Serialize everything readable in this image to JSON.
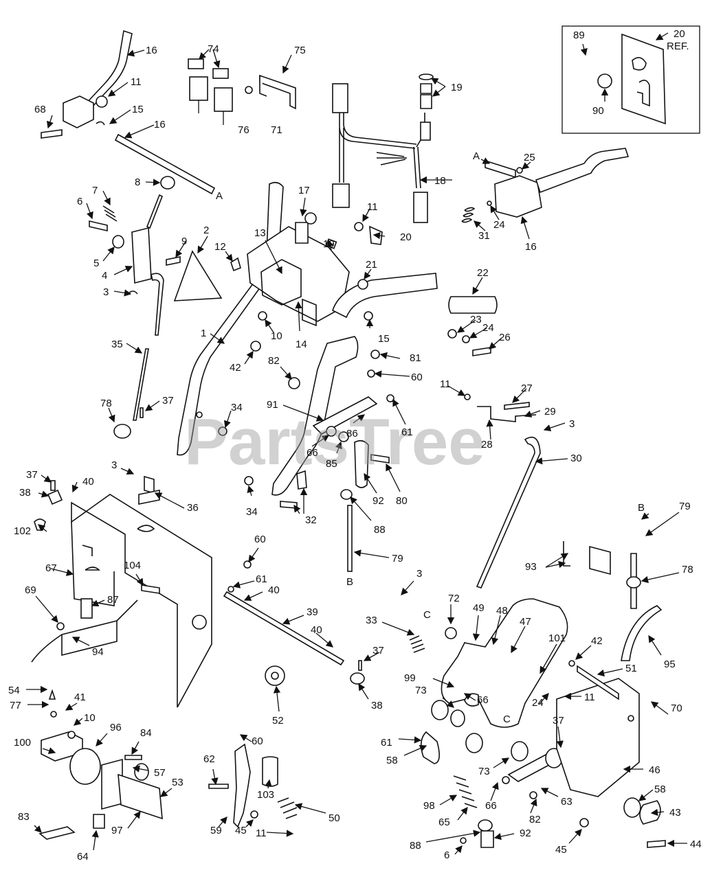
{
  "watermark": "PartsTree",
  "inset": {
    "label_89": "89",
    "label_90": "90",
    "label_20ref_line1": "20",
    "label_20ref_line2": "REF."
  },
  "callouts": [
    {
      "id": "c16a",
      "text": "16"
    },
    {
      "id": "c11a",
      "text": "11"
    },
    {
      "id": "c68",
      "text": "68"
    },
    {
      "id": "c15a",
      "text": "15"
    },
    {
      "id": "c16b",
      "text": "16"
    },
    {
      "id": "cA1",
      "text": "A"
    },
    {
      "id": "c74",
      "text": "74"
    },
    {
      "id": "c75",
      "text": "75"
    },
    {
      "id": "c76",
      "text": "76"
    },
    {
      "id": "c71",
      "text": "71"
    },
    {
      "id": "c19a",
      "text": "19"
    },
    {
      "id": "c18",
      "text": "18"
    },
    {
      "id": "c8",
      "text": "8"
    },
    {
      "id": "c7",
      "text": "7"
    },
    {
      "id": "c6a",
      "text": "6"
    },
    {
      "id": "c5",
      "text": "5"
    },
    {
      "id": "c4",
      "text": "4"
    },
    {
      "id": "c3a",
      "text": "3"
    },
    {
      "id": "c2",
      "text": "2"
    },
    {
      "id": "c9",
      "text": "9"
    },
    {
      "id": "c12",
      "text": "12"
    },
    {
      "id": "c13",
      "text": "13"
    },
    {
      "id": "c17",
      "text": "17"
    },
    {
      "id": "c11b",
      "text": "11"
    },
    {
      "id": "c20",
      "text": "20"
    },
    {
      "id": "c19b",
      "text": "19"
    },
    {
      "id": "c21",
      "text": "21"
    },
    {
      "id": "cA2",
      "text": "A"
    },
    {
      "id": "c25",
      "text": "25"
    },
    {
      "id": "c31",
      "text": "31"
    },
    {
      "id": "c24a",
      "text": "24"
    },
    {
      "id": "c16c",
      "text": "16"
    },
    {
      "id": "c22",
      "text": "22"
    },
    {
      "id": "c23",
      "text": "23"
    },
    {
      "id": "c24b",
      "text": "24"
    },
    {
      "id": "c26",
      "text": "26"
    },
    {
      "id": "c1",
      "text": "1"
    },
    {
      "id": "c10a",
      "text": "10"
    },
    {
      "id": "c14",
      "text": "14"
    },
    {
      "id": "c15b",
      "text": "15"
    },
    {
      "id": "c35",
      "text": "35"
    },
    {
      "id": "c42a",
      "text": "42"
    },
    {
      "id": "c82a",
      "text": "82"
    },
    {
      "id": "c81",
      "text": "81"
    },
    {
      "id": "c60a",
      "text": "60"
    },
    {
      "id": "c11c",
      "text": "11"
    },
    {
      "id": "c27",
      "text": "27"
    },
    {
      "id": "c78a",
      "text": "78"
    },
    {
      "id": "c37a",
      "text": "37"
    },
    {
      "id": "c34a",
      "text": "34"
    },
    {
      "id": "c91",
      "text": "91"
    },
    {
      "id": "c86",
      "text": "86"
    },
    {
      "id": "c61a",
      "text": "61"
    },
    {
      "id": "c29",
      "text": "29"
    },
    {
      "id": "c28",
      "text": "28"
    },
    {
      "id": "c3b",
      "text": "3"
    },
    {
      "id": "c66a",
      "text": "66"
    },
    {
      "id": "c85",
      "text": "85"
    },
    {
      "id": "c92a",
      "text": "92"
    },
    {
      "id": "c80",
      "text": "80"
    },
    {
      "id": "c30",
      "text": "30"
    },
    {
      "id": "c3c",
      "text": "3"
    },
    {
      "id": "c37b",
      "text": "37"
    },
    {
      "id": "c40a",
      "text": "40"
    },
    {
      "id": "c38a",
      "text": "38"
    },
    {
      "id": "c36",
      "text": "36"
    },
    {
      "id": "c34b",
      "text": "34"
    },
    {
      "id": "c32",
      "text": "32"
    },
    {
      "id": "c88a",
      "text": "88"
    },
    {
      "id": "cB1",
      "text": "B"
    },
    {
      "id": "c79a",
      "text": "79"
    },
    {
      "id": "c102",
      "text": "102"
    },
    {
      "id": "c60b",
      "text": "60"
    },
    {
      "id": "c79b",
      "text": "79"
    },
    {
      "id": "cB2",
      "text": "B"
    },
    {
      "id": "c93",
      "text": "93"
    },
    {
      "id": "c78b",
      "text": "78"
    },
    {
      "id": "c67",
      "text": "67"
    },
    {
      "id": "c104",
      "text": "104"
    },
    {
      "id": "c61b",
      "text": "61"
    },
    {
      "id": "c40b",
      "text": "40"
    },
    {
      "id": "c3d",
      "text": "3"
    },
    {
      "id": "c69",
      "text": "69"
    },
    {
      "id": "c87",
      "text": "87"
    },
    {
      "id": "c39",
      "text": "39"
    },
    {
      "id": "c33",
      "text": "33"
    },
    {
      "id": "cC1",
      "text": "C"
    },
    {
      "id": "c72",
      "text": "72"
    },
    {
      "id": "c49",
      "text": "49"
    },
    {
      "id": "c48",
      "text": "48"
    },
    {
      "id": "c47",
      "text": "47"
    },
    {
      "id": "c101",
      "text": "101"
    },
    {
      "id": "c42b",
      "text": "42"
    },
    {
      "id": "c95",
      "text": "95"
    },
    {
      "id": "c40c",
      "text": "40"
    },
    {
      "id": "c94",
      "text": "94"
    },
    {
      "id": "c37c",
      "text": "37"
    },
    {
      "id": "c99",
      "text": "99"
    },
    {
      "id": "c66b",
      "text": "66"
    },
    {
      "id": "c51",
      "text": "51"
    },
    {
      "id": "c54",
      "text": "54"
    },
    {
      "id": "c38b",
      "text": "38"
    },
    {
      "id": "c52",
      "text": "52"
    },
    {
      "id": "c73a",
      "text": "73"
    },
    {
      "id": "c11d",
      "text": "11"
    },
    {
      "id": "c70",
      "text": "70"
    },
    {
      "id": "c77",
      "text": "77"
    },
    {
      "id": "c41",
      "text": "41"
    },
    {
      "id": "c10b",
      "text": "10"
    },
    {
      "id": "c96",
      "text": "96"
    },
    {
      "id": "cC2",
      "text": "C"
    },
    {
      "id": "c24c",
      "text": "24"
    },
    {
      "id": "c37d",
      "text": "37"
    },
    {
      "id": "c100",
      "text": "100"
    },
    {
      "id": "c84",
      "text": "84"
    },
    {
      "id": "c60c",
      "text": "60"
    },
    {
      "id": "c61c",
      "text": "61"
    },
    {
      "id": "c58a",
      "text": "58"
    },
    {
      "id": "c46",
      "text": "46"
    },
    {
      "id": "c57",
      "text": "57"
    },
    {
      "id": "c62",
      "text": "62"
    },
    {
      "id": "c73b",
      "text": "73"
    },
    {
      "id": "c53",
      "text": "53"
    },
    {
      "id": "c103",
      "text": "103"
    },
    {
      "id": "c50",
      "text": "50"
    },
    {
      "id": "c98",
      "text": "98"
    },
    {
      "id": "c66c",
      "text": "66"
    },
    {
      "id": "c63",
      "text": "63"
    },
    {
      "id": "c58b",
      "text": "58"
    },
    {
      "id": "c43",
      "text": "43"
    },
    {
      "id": "c83",
      "text": "83"
    },
    {
      "id": "c97",
      "text": "97"
    },
    {
      "id": "c64",
      "text": "64"
    },
    {
      "id": "c59",
      "text": "59"
    },
    {
      "id": "c45a",
      "text": "45"
    },
    {
      "id": "c11e",
      "text": "11"
    },
    {
      "id": "c65",
      "text": "65"
    },
    {
      "id": "c82b",
      "text": "82"
    },
    {
      "id": "c88b",
      "text": "88"
    },
    {
      "id": "c92b",
      "text": "92"
    },
    {
      "id": "c6b",
      "text": "6"
    },
    {
      "id": "c45b",
      "text": "45"
    },
    {
      "id": "c44",
      "text": "44"
    }
  ]
}
